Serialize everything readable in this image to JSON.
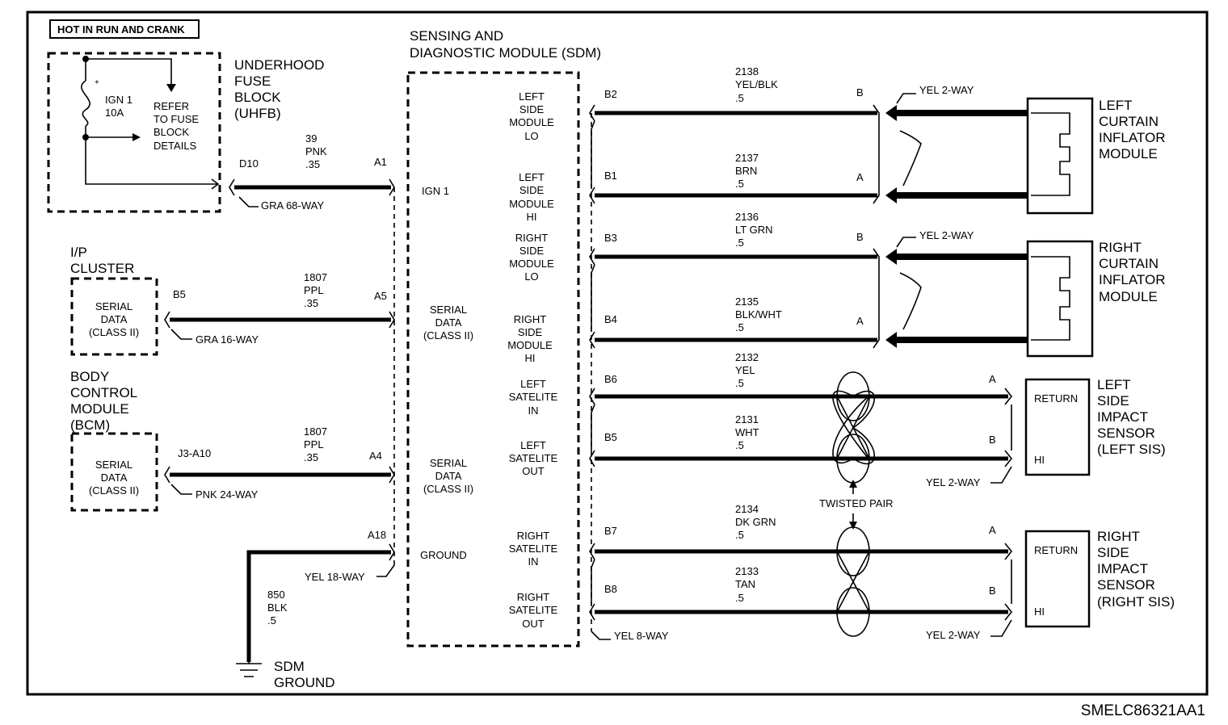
{
  "banner": "HOT IN RUN AND CRANK",
  "diagram_code": "SMELC86321AA1",
  "uhfb": {
    "title": [
      "UNDERHOOD",
      "FUSE",
      "BLOCK",
      "(UHFB)"
    ],
    "fuse_label": [
      "IGN 1",
      "10A"
    ],
    "refer": [
      "REFER",
      "TO FUSE",
      "BLOCK",
      "DETAILS"
    ],
    "pin": "D10",
    "connector": "GRA 68-WAY"
  },
  "ip_cluster": {
    "title": [
      "I/P",
      "CLUSTER"
    ],
    "inner": [
      "SERIAL",
      "DATA",
      "(CLASS II)"
    ],
    "pin": "B5",
    "connector": "GRA 16-WAY"
  },
  "bcm": {
    "title": [
      "BODY",
      "CONTROL",
      "MODULE",
      "(BCM)"
    ],
    "inner": [
      "SERIAL",
      "DATA",
      "(CLASS II)"
    ],
    "pin": "J3-A10",
    "connector": "PNK 24-WAY"
  },
  "left_wires": [
    {
      "circuit": "39",
      "color": "PNK",
      "gauge": ".35",
      "sdm_pin": "A1"
    },
    {
      "circuit": "1807",
      "color": "PPL",
      "gauge": ".35",
      "sdm_pin": "A5"
    },
    {
      "circuit": "1807",
      "color": "PPL",
      "gauge": ".35",
      "sdm_pin": "A4"
    },
    {
      "circuit": "850",
      "color": "BLK",
      "gauge": ".5",
      "sdm_pin": "A18"
    }
  ],
  "sdm": {
    "title": [
      "SENSING AND",
      "DIAGNOSTIC MODULE (SDM)"
    ],
    "left_labels": [
      [
        "IGN 1"
      ],
      [
        "SERIAL",
        "DATA",
        "(CLASS II)"
      ],
      [
        "SERIAL",
        "DATA",
        "(CLASS II)"
      ],
      [
        "GROUND"
      ]
    ],
    "right_labels": [
      [
        "LEFT",
        "SIDE",
        "MODULE",
        "LO"
      ],
      [
        "LEFT",
        "SIDE",
        "MODULE",
        "HI"
      ],
      [
        "RIGHT",
        "SIDE",
        "MODULE",
        "LO"
      ],
      [
        "RIGHT",
        "SIDE",
        "MODULE",
        "HI"
      ],
      [
        "LEFT",
        "SATELITE",
        "IN"
      ],
      [
        "LEFT",
        "SATELITE",
        "OUT"
      ],
      [
        "RIGHT",
        "SATELITE",
        "IN"
      ],
      [
        "RIGHT",
        "SATELITE",
        "OUT"
      ]
    ],
    "left_connector": "YEL 18-WAY",
    "right_connector": "YEL 8-WAY"
  },
  "ground": {
    "label": [
      "SDM",
      "GROUND"
    ]
  },
  "right_wires": [
    {
      "pin": "B2",
      "circuit": "2138",
      "color": "YEL/BLK",
      "gauge": ".5",
      "term": "B"
    },
    {
      "pin": "B1",
      "circuit": "2137",
      "color": "BRN",
      "gauge": ".5",
      "term": "A"
    },
    {
      "pin": "B3",
      "circuit": "2136",
      "color": "LT GRN",
      "gauge": ".5",
      "term": "B"
    },
    {
      "pin": "B4",
      "circuit": "2135",
      "color": "BLK/WHT",
      "gauge": ".5",
      "term": "A"
    },
    {
      "pin": "B6",
      "circuit": "2132",
      "color": "YEL",
      "gauge": ".5",
      "term": "A"
    },
    {
      "pin": "B5",
      "circuit": "2131",
      "color": "WHT",
      "gauge": ".5",
      "term": "B"
    },
    {
      "pin": "B7",
      "circuit": "2134",
      "color": "DK GRN",
      "gauge": ".5",
      "term": "A"
    },
    {
      "pin": "B8",
      "circuit": "2133",
      "color": "TAN",
      "gauge": ".5",
      "term": "B"
    }
  ],
  "twisted_pair": "TWISTED PAIR",
  "components": {
    "left_curtain": {
      "title": [
        "LEFT",
        "CURTAIN",
        "INFLATOR",
        "MODULE"
      ],
      "connector": "YEL 2-WAY"
    },
    "right_curtain": {
      "title": [
        "RIGHT",
        "CURTAIN",
        "INFLATOR",
        "MODULE"
      ],
      "connector": "YEL 2-WAY"
    },
    "left_sis": {
      "title": [
        "LEFT",
        "SIDE",
        "IMPACT",
        "SENSOR",
        "(LEFT SIS)"
      ],
      "return": "RETURN",
      "hi": "HI",
      "connector": "YEL 2-WAY"
    },
    "right_sis": {
      "title": [
        "RIGHT",
        "SIDE",
        "IMPACT",
        "SENSOR",
        "(RIGHT SIS)"
      ],
      "return": "RETURN",
      "hi": "HI",
      "connector": "YEL 2-WAY"
    }
  }
}
